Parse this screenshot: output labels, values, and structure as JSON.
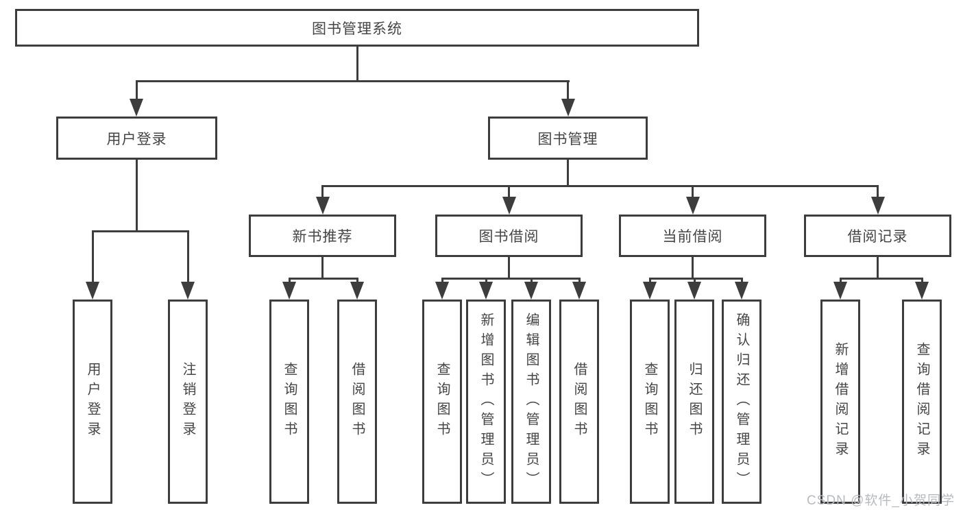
{
  "colors": {
    "line": "#3d3d3d",
    "text": "#454545",
    "background": "#ffffff",
    "watermark_text": "#b7bac0"
  },
  "watermark": "CSDN @软件_小贺同学",
  "tree": {
    "root": {
      "label": "图书管理系统"
    },
    "branches": [
      {
        "label": "用户登录",
        "leaves": [
          "用户登录",
          "注销登录"
        ]
      },
      {
        "label": "图书管理",
        "groups": [
          {
            "label": "新书推荐",
            "leaves": [
              "查询图书",
              "借阅图书"
            ]
          },
          {
            "label": "图书借阅",
            "leaves": [
              "查询图书",
              "新增图书（管理员）",
              "编辑图书（管理员）",
              "借阅图书"
            ]
          },
          {
            "label": "当前借阅",
            "leaves": [
              "查询图书",
              "归还图书",
              "确认归还（管理员）"
            ]
          },
          {
            "label": "借阅记录",
            "leaves": [
              "新增借阅记录",
              "查询借阅记录"
            ]
          }
        ]
      }
    ]
  }
}
